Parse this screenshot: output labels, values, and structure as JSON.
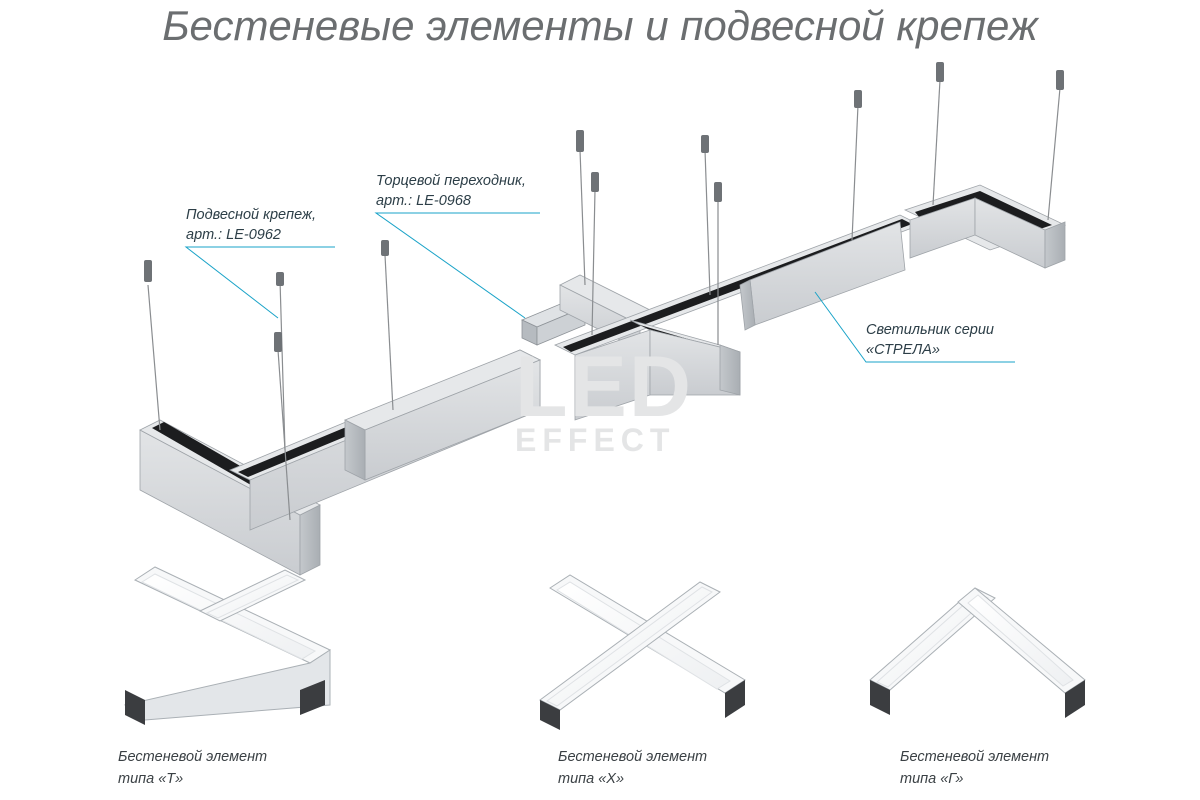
{
  "title": "Бестеневые элементы и подвесной крепеж",
  "callouts": {
    "mount": {
      "line1": "Подвесной крепеж,",
      "line2": "арт.: LE-0962"
    },
    "adapter": {
      "line1": "Торцевой переходник,",
      "line2": "арт.: LE-0968"
    },
    "luminaire": {
      "line1": "Светильник серии",
      "line2": "«СТРЕЛА»"
    }
  },
  "watermark": {
    "top": "LED",
    "bottom": "EFFECT"
  },
  "elements": [
    {
      "line1": "Бестеневой элемент",
      "line2": "типа «Т»"
    },
    {
      "line1": "Бестеневой элемент",
      "line2": "типа «Х»"
    },
    {
      "line1": "Бестеневой элемент",
      "line2": "типа «Г»"
    }
  ],
  "colors": {
    "title": "#6b6e70",
    "leader_line": "#1aa3c8",
    "profile_top": "#e4e6e8",
    "profile_front": "#d2d5d8",
    "profile_side": "#bfc3c7",
    "channel": "#1c1d1f",
    "wire": "#8a8d90"
  }
}
